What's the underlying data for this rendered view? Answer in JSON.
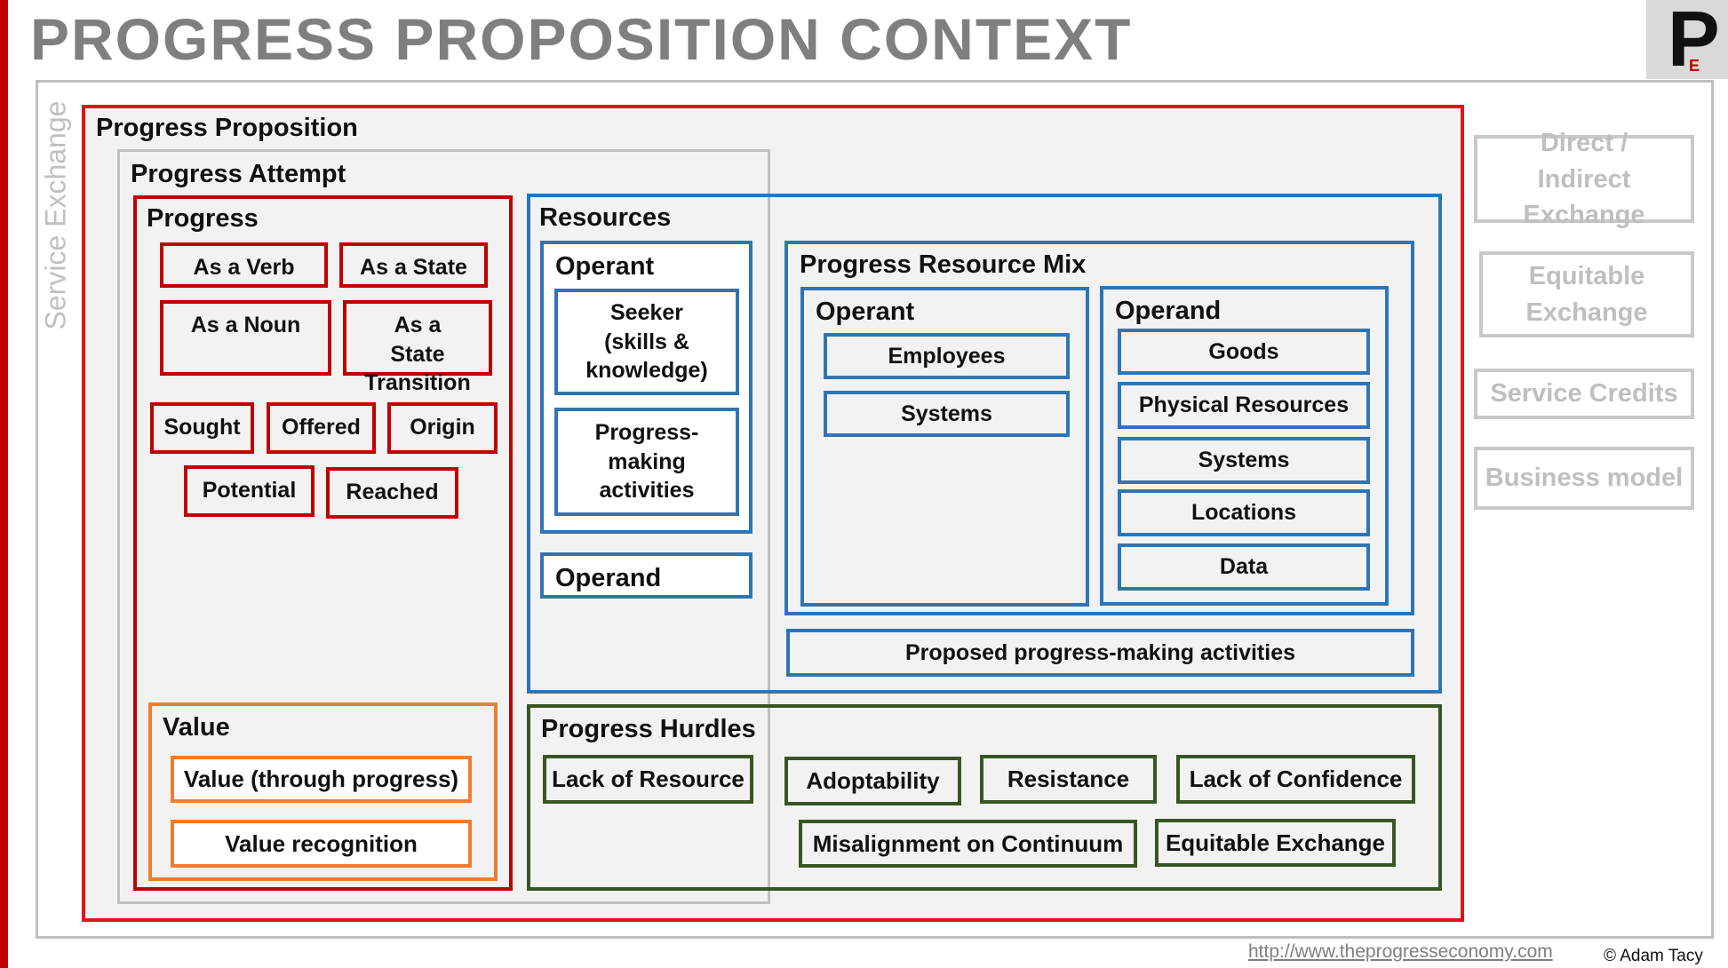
{
  "title": "PROGRESS PROPOSITION CONTEXT",
  "logo": {
    "letter": "P",
    "sub": "E"
  },
  "service_exchange": "Service Exchange",
  "proposition": "Progress Proposition",
  "attempt": "Progress Attempt",
  "progress": {
    "title": "Progress",
    "forms": [
      "As a Verb",
      "As a State",
      "As a Noun",
      "As a State Transition"
    ],
    "aspects": [
      "Sought",
      "Offered",
      "Origin",
      "Potential",
      "Reached"
    ]
  },
  "value": {
    "title": "Value",
    "items": [
      "Value (through progress)",
      "Value recognition"
    ]
  },
  "resources": {
    "title": "Resources",
    "operant_title": "Operant",
    "operant_items": [
      "Seeker (skills & knowledge)",
      "Progress-making activities"
    ],
    "operand_title": "Operand"
  },
  "mix": {
    "title": "Progress Resource Mix",
    "operant_title": "Operant",
    "operant_items": [
      "Employees",
      "Systems"
    ],
    "operand_title": "Operand",
    "operand_items": [
      "Goods",
      "Physical Resources",
      "Systems",
      "Locations",
      "Data"
    ],
    "activities": "Proposed progress-making activities"
  },
  "hurdles": {
    "title": "Progress Hurdles",
    "items": [
      "Lack of Resource",
      "Adoptability",
      "Resistance",
      "Lack of Confidence",
      "Misalignment on Continuum",
      "Equitable Exchange"
    ]
  },
  "side": [
    "Direct / Indirect Exchange",
    "Equitable Exchange",
    "Service Credits",
    "Business model"
  ],
  "footer": {
    "link": "http://www.theprogresseconomy.com",
    "copyright": "© Adam Tacy"
  }
}
